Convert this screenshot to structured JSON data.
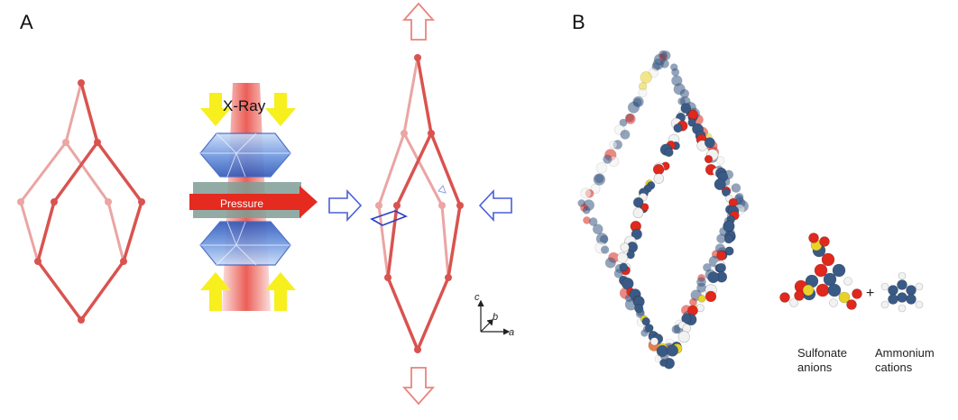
{
  "panels": {
    "a": "A",
    "b": "B"
  },
  "panel_a": {
    "xray_label": "X-Ray",
    "pressure_label": "Pressure",
    "axes": {
      "c": "c",
      "b": "b",
      "a": "a"
    }
  },
  "panel_b": {
    "anion_line1": "Sulfonate",
    "anion_line2": "anions",
    "plus": "+",
    "cation_line1": "Ammonium",
    "cation_line2": "cations"
  },
  "colors": {
    "frame": "#d9534f",
    "frame_light": "#eba5a3",
    "arrow_outline_blue": "#4a5fd6",
    "xray_yellow": "#f7ef1e",
    "pressure_red": "#e52a1f",
    "diamond_blue": "#7aa6e8",
    "plate_teal": "#7f9d95",
    "atom_dark": "#3a5a86",
    "atom_oxygen": "#e0281c",
    "atom_sulfur": "#e8d22a",
    "atom_white": "#f2f2f2"
  }
}
